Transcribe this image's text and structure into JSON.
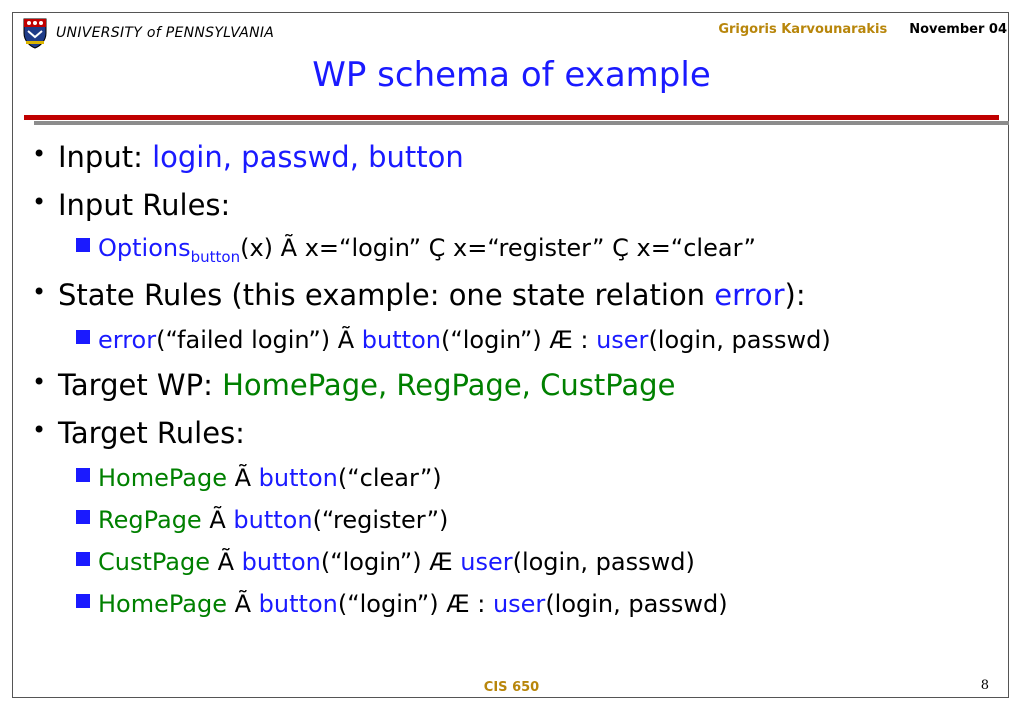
{
  "header": {
    "university": "UNIVERSITY of PENNSYLVANIA",
    "author": "Grigoris Karvounarakis",
    "date": "November 04",
    "crest_icon": "penn-crest-icon"
  },
  "slide": {
    "title": "WP schema of example",
    "colors": {
      "title": "#1a1aff",
      "blue": "#1a1aff",
      "green": "#008000",
      "red_bar": "#c00000",
      "gray_bar": "#8c8c8c"
    },
    "b1": {
      "label": "Input: ",
      "value": "login, passwd, button"
    },
    "b2": {
      "label": "Input Rules:"
    },
    "b2s1": {
      "a": "Options",
      "sub": "button",
      "b": "(x) Ã x=“login” Ç x=“register” Ç x=“clear”"
    },
    "b3": {
      "label": "State Rules (this example: one state relation ",
      "value": "error",
      "tail": "):"
    },
    "b3s1": {
      "a": "error",
      "b": "(“failed login”) Ã ",
      "c": "button",
      "d": "(“login”) Æ : ",
      "e": "user",
      "f": "(login, passwd)"
    },
    "b4": {
      "label": "Target WP: ",
      "value": "HomePage, RegPage, CustPage"
    },
    "b5": {
      "label": "Target Rules:"
    },
    "r1": {
      "a": "HomePage",
      "b": " Ã ",
      "c": "button",
      "d": "(“clear”)"
    },
    "r2": {
      "a": "RegPage",
      "b": " Ã ",
      "c": "button",
      "d": "(“register”)"
    },
    "r3": {
      "a": "CustPage",
      "b": " Ã ",
      "c": "button",
      "d": "(“login”) Æ ",
      "e": "user",
      "f": "(login, passwd)"
    },
    "r4": {
      "a": "HomePage",
      "b": " Ã ",
      "c": "button",
      "d": "(“login”) Æ : ",
      "e": "user",
      "f": "(login, passwd)"
    }
  },
  "footer": {
    "course": "CIS 650",
    "page": "8"
  }
}
